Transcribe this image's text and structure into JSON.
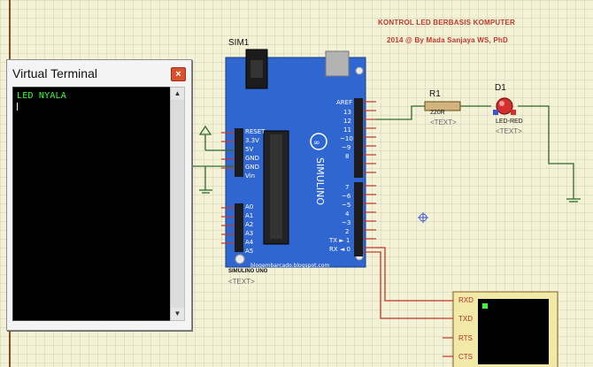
{
  "header": {
    "title": "KONTROL LED BERBASIS KOMPUTER",
    "subtitle": "2014 @ By Mada Sanjaya WS, PhD"
  },
  "terminal": {
    "title": "Virtual Terminal",
    "close_label": "×",
    "output": "LED NYALA"
  },
  "sim": {
    "ref": "SIM1",
    "name": "SIMULINO UNO",
    "text": "<TEXT>",
    "brand": "SIMULINO"
  },
  "r1": {
    "ref": "R1",
    "value": "220R",
    "text": "<TEXT>"
  },
  "d1": {
    "ref": "D1",
    "value": "LED-RED",
    "text": "<TEXT>"
  },
  "board": {
    "aref": "AREF",
    "digital_pins": [
      "13",
      "12",
      "11",
      "~10",
      "~9",
      "8",
      "7",
      "~6",
      "~5",
      "4",
      "~3",
      "2",
      "TX ► 1",
      "RX ◄ 0"
    ],
    "power_pins": [
      "RESET",
      "3.3V",
      "5V",
      "GND",
      "GND",
      "Vin"
    ],
    "analog_pins": [
      "A0",
      "A1",
      "A2",
      "A3",
      "A4",
      "A5"
    ],
    "url": "blogembarcado.blogspot.com"
  },
  "device_pins": [
    "RXD",
    "TXD",
    "RTS",
    "CTS"
  ],
  "colors": {
    "board": "#2f66d0",
    "wire_green": "#2f6b2f",
    "wire_red": "#c0392b",
    "led": "#d32f2f",
    "terminal_text": "#36ff36"
  }
}
